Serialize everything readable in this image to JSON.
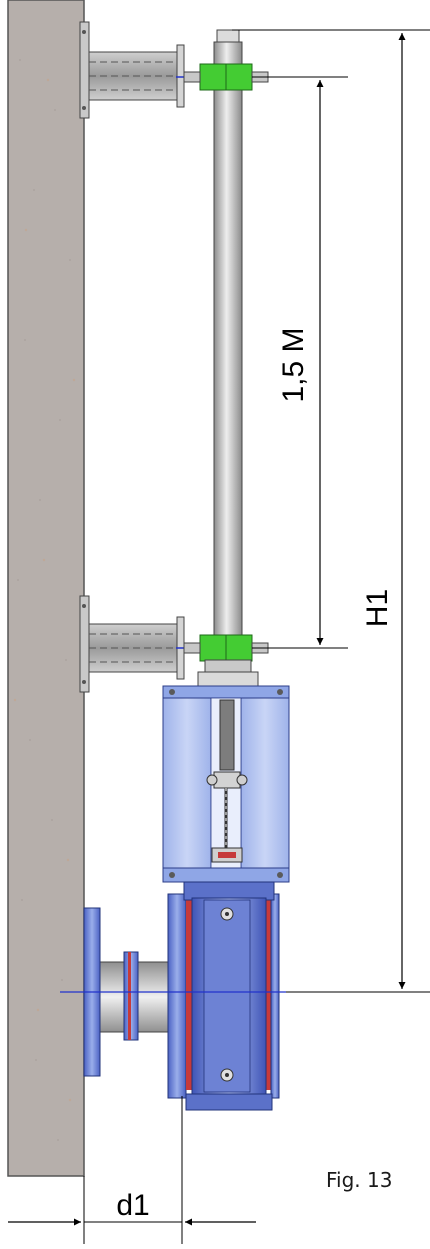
{
  "labels": {
    "dim_top": "1,5 M",
    "dim_height": "H1",
    "dim_bottom": "d1"
  },
  "caption": "Fig. 13",
  "colors": {
    "wall": "#b5aeaa",
    "actuator": "#aec0ee",
    "valve_body": "#5b71c9",
    "flange_ring": "#c63a3a",
    "clamp": "#33cc33",
    "shaft": "#b8b8b8",
    "centerline": "#2233cc"
  }
}
